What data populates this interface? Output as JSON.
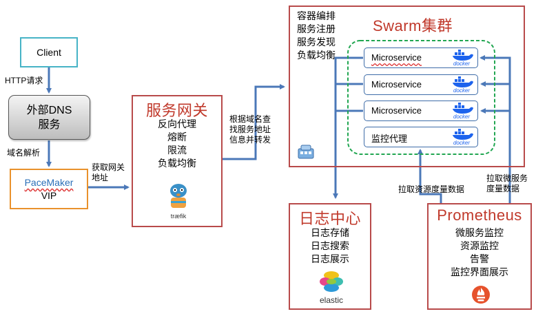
{
  "colors": {
    "blue_box": "#3e6ca8",
    "cyan_box": "#46b3c6",
    "orange_box": "#e9912b",
    "red_box": "#b84a4a",
    "green_dash": "#21a651",
    "arrow": "#4b78b8",
    "title_red": "#c0392b"
  },
  "client": {
    "label": "Client"
  },
  "http_request": "HTTP请求",
  "dns": {
    "line1": "外部DNS",
    "line2": "服务"
  },
  "dns_resolve": "域名解析",
  "pacemaker": {
    "title": "PaceMaker",
    "sub": "VIP"
  },
  "get_gateway": {
    "line1": "获取网关",
    "line2": "地址"
  },
  "gateway": {
    "title": "服务网关",
    "items": [
      "反向代理",
      "熔断",
      "限流",
      "负载均衡"
    ],
    "logo_text": "træfik"
  },
  "route_note": {
    "line1": "根据域名查",
    "line2": "找服务地址",
    "line3": "信息并转发"
  },
  "swarm": {
    "title": "Swarm集群",
    "features": [
      "容器编排",
      "服务注册",
      "服务发现",
      "负载均衡"
    ],
    "services": [
      "Microservice",
      "Microservice",
      "Microservice"
    ],
    "agent": "监控代理",
    "docker_word": "docker"
  },
  "log_center": {
    "title": "日志中心",
    "items": [
      "日志存储",
      "日志搜索",
      "日志展示"
    ],
    "logo_text": "elastic"
  },
  "prometheus": {
    "title": "Prometheus",
    "items": [
      "微服务监控",
      "资源监控",
      "告警",
      "监控界面展示"
    ]
  },
  "pull_resource": "拉取资源度量数据",
  "pull_ms": {
    "line1": "拉取微服务",
    "line2": "度量数据"
  }
}
